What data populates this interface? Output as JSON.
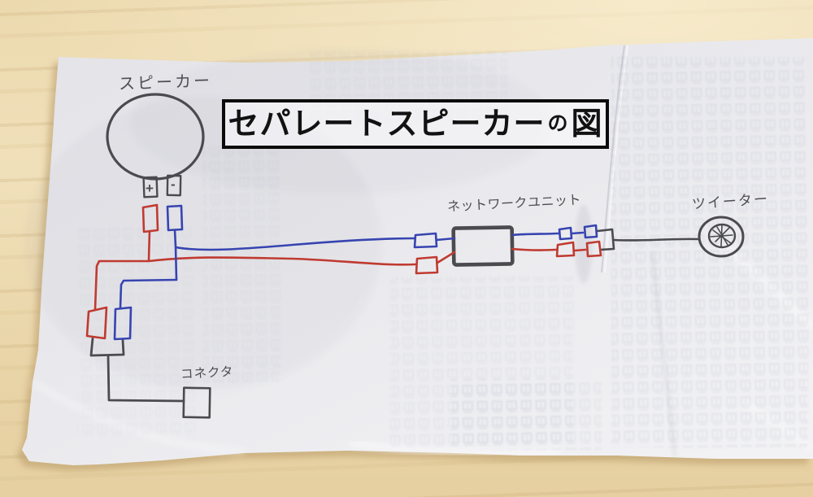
{
  "title": {
    "main": "セパレートスピーカー",
    "particle": "の",
    "suffix": "図"
  },
  "labels": {
    "speaker": "スピーカー",
    "network_unit": "ネットワークユニット",
    "tweeter": "ツイーター",
    "connector": "コネクタ",
    "terminal_plus": "+",
    "terminal_minus": "-"
  },
  "wiring": [
    {
      "color": "red",
      "from": "speaker + terminal",
      "to": "network unit (left input) and down to connector block lead"
    },
    {
      "color": "blue",
      "from": "speaker - terminal",
      "to": "network unit (left input) and down to connector block lead"
    },
    {
      "color": "red+blue",
      "from": "network unit output",
      "to": "detachable connector pair toward tweeter"
    },
    {
      "color": "black",
      "from": "connector pair bracket",
      "to": "tweeter"
    },
    {
      "color": "black",
      "from": "speaker wire bracket",
      "to": "コネクタ box"
    }
  ],
  "colors": {
    "wire_red": "#c03a30",
    "wire_blue": "#3744b0",
    "ink": "#4b4b4f",
    "paper": "#e9e9ed",
    "wood": "#ecdab2",
    "title_text": "#121212",
    "title_border": "#0b0b0b"
  }
}
